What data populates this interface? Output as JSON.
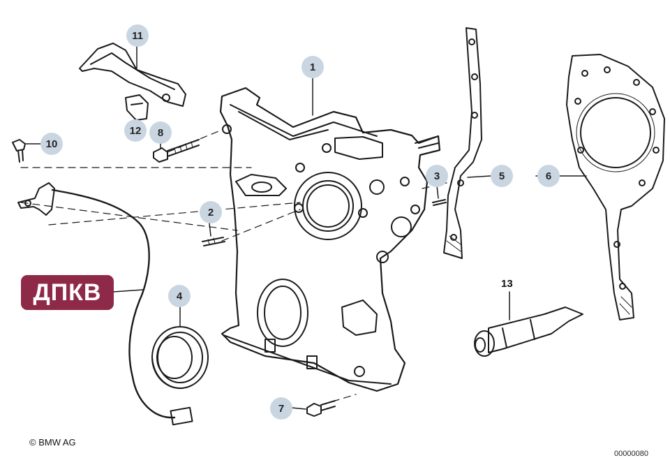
{
  "callouts": [
    {
      "number": "1"
    },
    {
      "number": "2"
    },
    {
      "number": "3"
    },
    {
      "number": "4"
    },
    {
      "number": "5"
    },
    {
      "number": "6"
    },
    {
      "number": "7"
    },
    {
      "number": "8"
    },
    {
      "number": "10"
    },
    {
      "number": "11"
    },
    {
      "number": "12"
    }
  ],
  "unmarked_callout": "13",
  "sensor_label": "ДПКВ",
  "copyright": "© BMW AG",
  "drawing_number": "00000080",
  "colors": {
    "callout_bg": "#c9d6e2",
    "sensor_label_bg": "#8e2a47",
    "line": "#1a1a1a"
  }
}
